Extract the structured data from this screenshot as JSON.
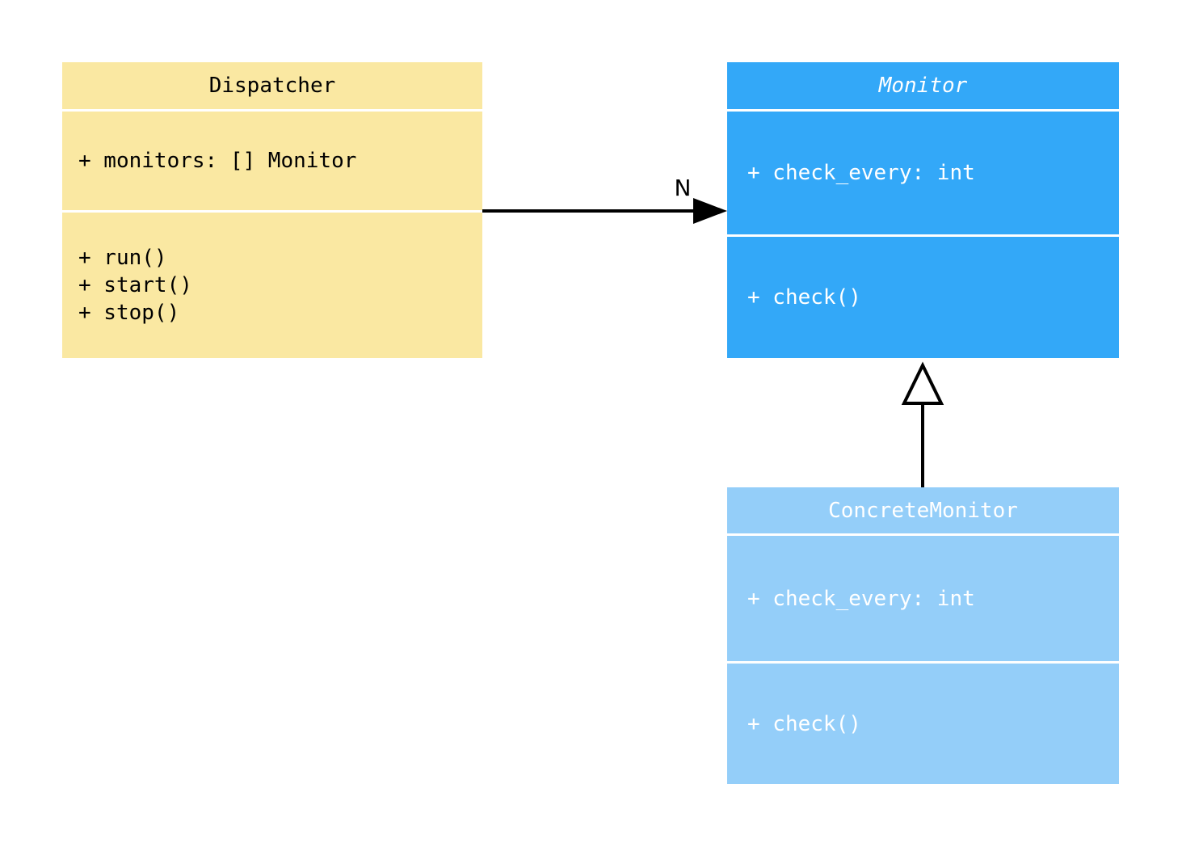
{
  "classes": {
    "dispatcher": {
      "title": "Dispatcher",
      "attributes": [
        "+ monitors: [] Monitor"
      ],
      "methods": [
        "+ run()",
        "+ start()",
        "+ stop()"
      ],
      "fill": "#FAE8A2",
      "text_color": "#000000"
    },
    "monitor": {
      "title": "Monitor",
      "abstract": true,
      "attributes": [
        "+ check_every: int"
      ],
      "methods": [
        "+ check()"
      ],
      "fill": "#33A8F8",
      "text_color": "#FFFFFF"
    },
    "concrete_monitor": {
      "title": "ConcreteMonitor",
      "attributes": [
        "+ check_every: int"
      ],
      "methods": [
        "+ check()"
      ],
      "fill": "#94CEF9",
      "text_color": "#FFFFFF"
    }
  },
  "relationships": {
    "association": {
      "from": "Dispatcher",
      "to": "Monitor",
      "label": "N"
    },
    "generalization": {
      "from": "ConcreteMonitor",
      "to": "Monitor"
    }
  }
}
